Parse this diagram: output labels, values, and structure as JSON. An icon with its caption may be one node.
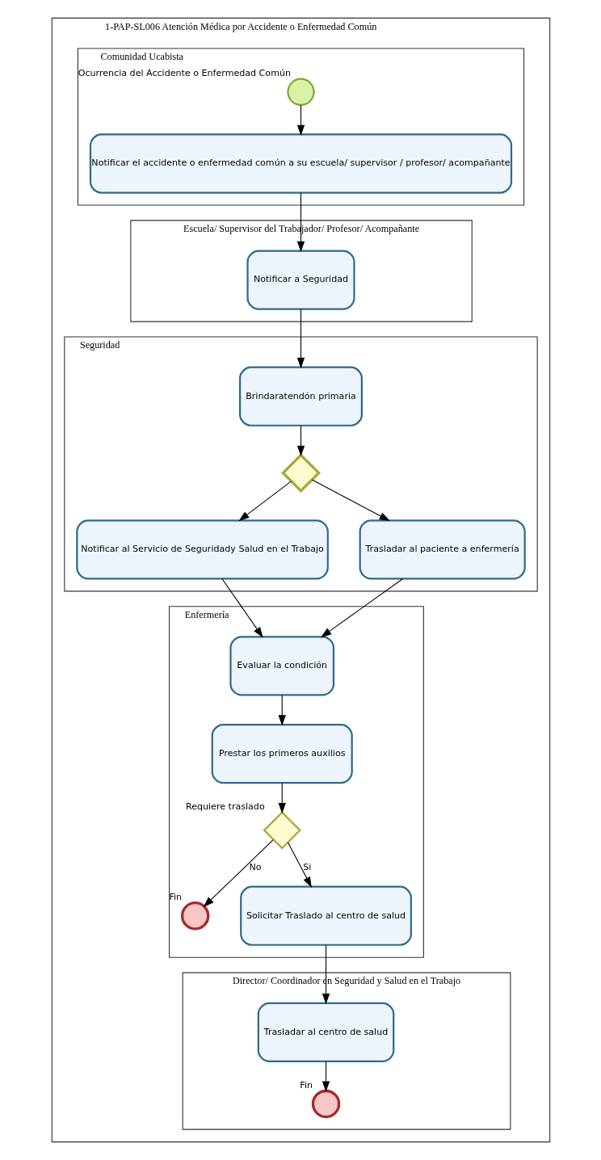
{
  "diagram": {
    "nodes": [
      {
        "text": [
          "1-PAP-SL006 Atención Médica por Accidente o Enfermedad Común"
        ]
      },
      {
        "text": [
          "Comunidad Ucabista"
        ],
        "in": 0
      },
      {
        "text": [
          "Ocurrencia del Accidente o Enfermedad Común"
        ],
        "in": 1
      },
      {
        "text": [
          "Notificar el accidente o enfermedad común a su escuela/ supervisor / profesor/ acompañante"
        ],
        "in": 1
      },
      {
        "text": [
          "Escuela/ Supervisor del Trabajador/ Profesor/ Acompañante"
        ],
        "in": 0
      },
      {
        "text": [
          "Notificar a Seguridad"
        ],
        "in": 4
      },
      {
        "text": [
          "Seguridad"
        ],
        "in": 0
      },
      {
        "text": [
          "Brindaratendón primaria"
        ],
        "in": 6
      },
      {
        "text": [],
        "shape": "diamond",
        "in": 6
      },
      {
        "text": [
          "Notificar al Servicio de Seguridady Salud en el Trabajo"
        ],
        "in": 6
      },
      {
        "text": [
          "Trasladar al paciente a enfermería"
        ],
        "in": 6
      },
      {
        "text": [
          "Enfermería"
        ],
        "in": 0
      },
      {
        "text": [
          "Evaluar la condición"
        ],
        "in": 11
      },
      {
        "text": [
          "Prestar los primeros auxilios"
        ],
        "in": 11
      },
      {
        "text": [
          "Requiere traslado"
        ],
        "in": 11
      },
      {
        "text": [
          "Fin"
        ],
        "in": 11
      },
      {
        "text": [
          "Solicitar Traslado al centro de salud"
        ],
        "in": 11
      },
      {
        "text": [
          "Director/ Coordinador en Seguridad y Salud en el Trabajo"
        ],
        "in": 0
      },
      {
        "text": [
          "Trasladar al centro de salud"
        ],
        "in": 17
      },
      {
        "text": [
          "Fin"
        ],
        "in": 17
      }
    ],
    "edges": [
      {
        "from": 2,
        "to": 3,
        "arrow": "to"
      },
      {
        "from": 3,
        "to": 5,
        "arrow": "to"
      },
      {
        "from": 5,
        "to": 7,
        "arrow": "to"
      },
      {
        "from": 7,
        "to": 8,
        "arrow": "to"
      },
      {
        "from": 8,
        "to": 9,
        "arrow": "to"
      },
      {
        "from": 8,
        "to": 10,
        "arrow": "to"
      },
      {
        "from": 10,
        "to": 12,
        "arrow": "to"
      },
      {
        "from": 9,
        "to": 12,
        "arrow": "to"
      },
      {
        "from": 12,
        "to": 13,
        "arrow": "to"
      },
      {
        "from": 13,
        "to": 14,
        "arrow": "to"
      },
      {
        "from": 14,
        "to": 15,
        "arrow": "to",
        "label": "No"
      },
      {
        "from": 14,
        "to": 16,
        "arrow": "to",
        "label": "Si"
      },
      {
        "from": 16,
        "to": 18,
        "arrow": "to"
      },
      {
        "from": 18,
        "to": 19,
        "arrow": "to"
      }
    ]
  }
}
